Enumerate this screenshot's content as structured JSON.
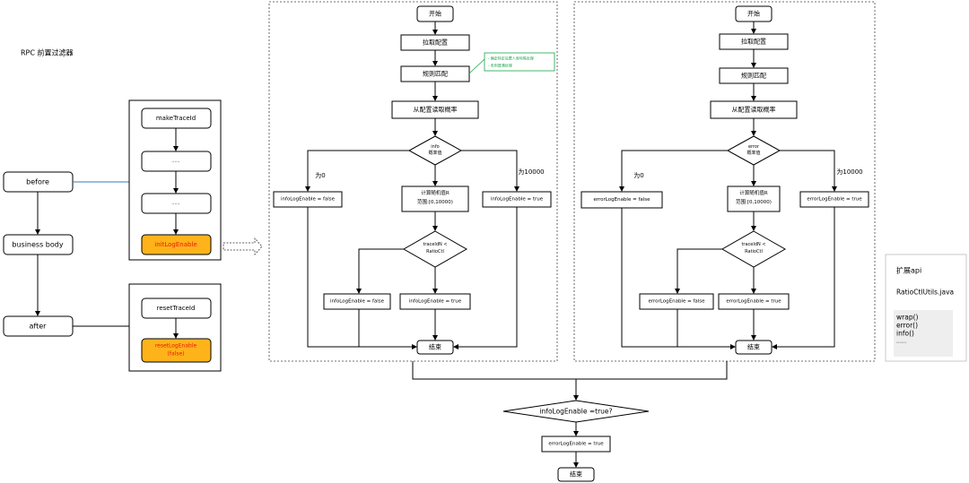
{
  "title": "RPC 前置过滤器",
  "left": {
    "before": "before",
    "business_body": "business body",
    "after": "after"
  },
  "before_panel": {
    "make_trace_id": "makeTraceId",
    "ellipsis1": "......",
    "ellipsis2": "......",
    "init_log_enable": "initLogEnable"
  },
  "after_panel": {
    "reset_trace_id": "resetTraceId",
    "reset_log_enable_1": "resetLogEnable",
    "reset_log_enable_2": "(false)"
  },
  "info_flow": {
    "start": "开始",
    "pull_config": "拉取配置",
    "rule_match": "规则匹配",
    "read_ratio": "从配置读取概率",
    "decision_1": "info",
    "decision_2": "概率值",
    "label_zero": "为0",
    "label_10000": "为10000",
    "left_result": "infoLogEnable = false",
    "right_result": "infoLogEnable = true",
    "calc_1": "计算随机值R",
    "calc_2": "范围:[0,10000)",
    "trace_1": "traceIdN <",
    "trace_2": "RatioCtl",
    "bottom_false": "infoLogEnable = false",
    "bottom_true": "infoLogEnable = true",
    "end": "结束",
    "note_1": "- 确定特定设置人身特殊处理",
    "note_2": "- 否则普通处理"
  },
  "error_flow": {
    "start": "开始",
    "pull_config": "拉取配置",
    "rule_match": "规则匹配",
    "read_ratio": "从配置读取概率",
    "decision_1": "error",
    "decision_2": "概率值",
    "label_zero": "为0",
    "label_10000": "为10000",
    "left_result": "errorLogEnable = false",
    "right_result": "errorLogEnable = true",
    "calc_1": "计算随机值R",
    "calc_2": "范围:[0,10000)",
    "trace_1": "traceIdN <",
    "trace_2": "RatioCtl",
    "bottom_false": "errorLogEnable = false",
    "bottom_true": "errorLogEnable = true",
    "end": "结束"
  },
  "merge": {
    "decision": "infoLogEnable =true?",
    "result": "errorLogEnable = true",
    "end": "结束"
  },
  "extension": {
    "title": "扩展api",
    "class_name": "RatioCtlUtils.java",
    "methods": [
      "wrap()",
      "error()",
      "info()",
      "......"
    ]
  }
}
